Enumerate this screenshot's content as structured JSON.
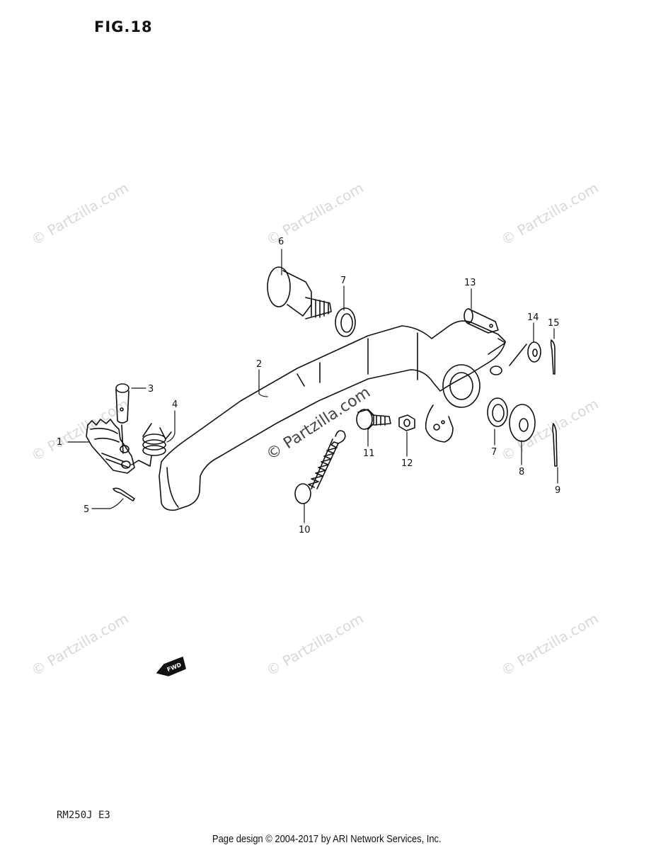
{
  "figure": {
    "title": "FIG.18"
  },
  "model_code": "RM250J  E3",
  "footer": "Page design © 2004-2017 by ARI Network Services, Inc.",
  "watermark": "© Partzilla.com",
  "fwd_badge": "FWD",
  "callouts": [
    "1",
    "2",
    "3",
    "4",
    "5",
    "6",
    "7",
    "7",
    "8",
    "9",
    "10",
    "11",
    "12",
    "13",
    "14",
    "15"
  ]
}
